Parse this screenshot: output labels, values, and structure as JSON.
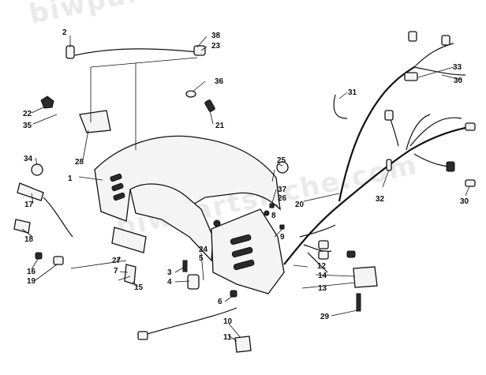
{
  "watermark": "biwpartsriche.com",
  "callouts": [
    "1",
    "2",
    "3",
    "4",
    "5",
    "6",
    "7",
    "8",
    "9",
    "10",
    "11",
    "12",
    "13",
    "14",
    "15",
    "16",
    "17",
    "18",
    "19",
    "20",
    "21",
    "22",
    "23",
    "24",
    "25",
    "26",
    "27",
    "28",
    "29",
    "30",
    "30",
    "31",
    "32",
    "33",
    "34",
    "35",
    "36",
    "37",
    "38"
  ]
}
